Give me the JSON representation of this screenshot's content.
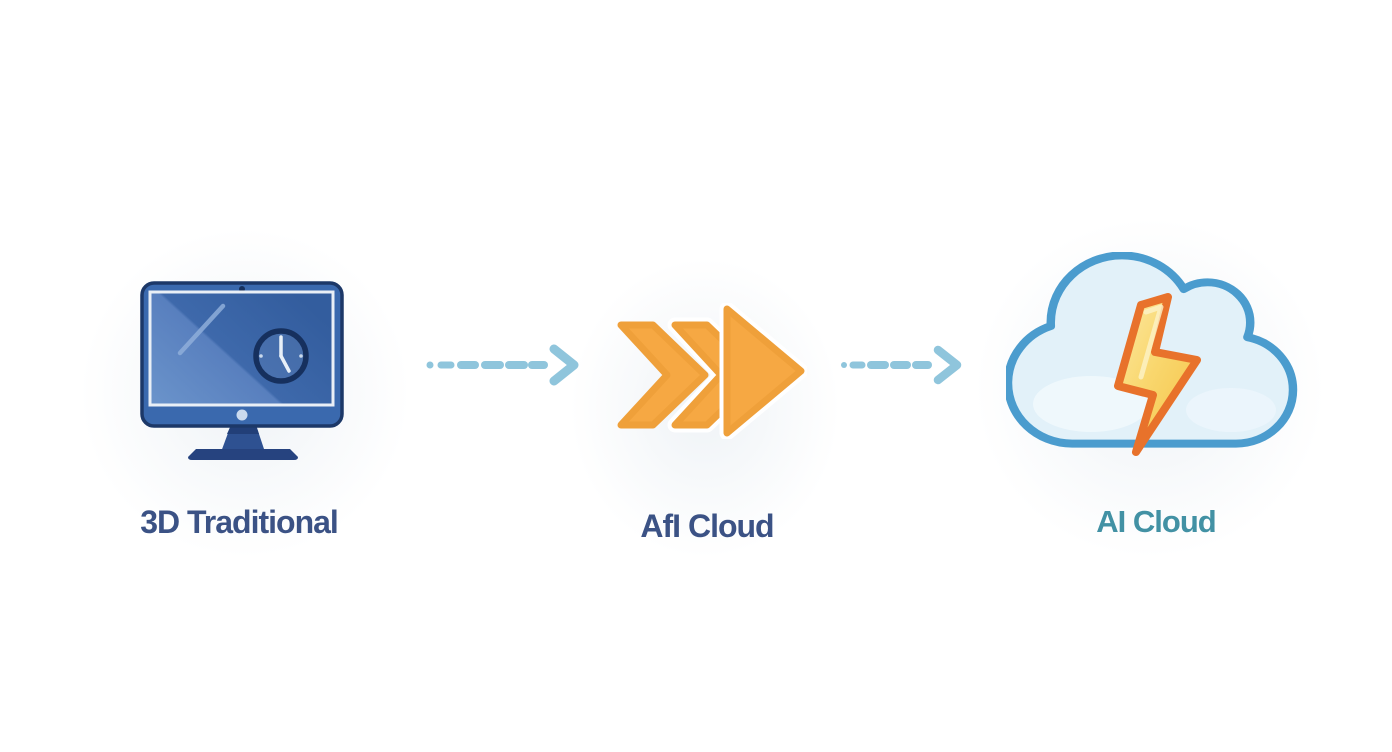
{
  "diagram": {
    "background_color": "#FFFFFF",
    "stages": [
      {
        "id": "traditional",
        "label": "3D Traditional",
        "icon": "monitor-clock-icon",
        "label_color": "#3B5285"
      },
      {
        "id": "transition",
        "label": "AfI Cloud",
        "icon": "triple-chevron-icon",
        "label_color": "#3B5285"
      },
      {
        "id": "ai-cloud",
        "label": "AI Cloud",
        "icon": "cloud-lightning-icon",
        "label_color": "#4291A4"
      }
    ],
    "connectors": [
      {
        "id": "connector-1",
        "type": "dashed-arrow",
        "direction": "right",
        "color": "#8FC5DC"
      },
      {
        "id": "connector-2",
        "type": "dashed-arrow",
        "direction": "right",
        "color": "#8FC5DC"
      }
    ],
    "colors": {
      "monitor_frame": "#3A69AE",
      "monitor_border": "#1C3868",
      "screen_light": "#6B94CB",
      "screen_dark": "#3A66A8",
      "screen_frame": "#E9EFF6",
      "monitor_stand": "#2E5191",
      "monitor_base": "#26437F",
      "chevron_fill": "#F6A843",
      "chevron_stroke": "#EFA03A",
      "arrow_dash": "#8FC5DC",
      "cloud_fill": "#E2F1F9",
      "cloud_stroke": "#4B9CCE",
      "bolt_fill": "#F8CE55",
      "bolt_highlight": "#FBE9A4",
      "bolt_stroke": "#E8722B"
    }
  }
}
